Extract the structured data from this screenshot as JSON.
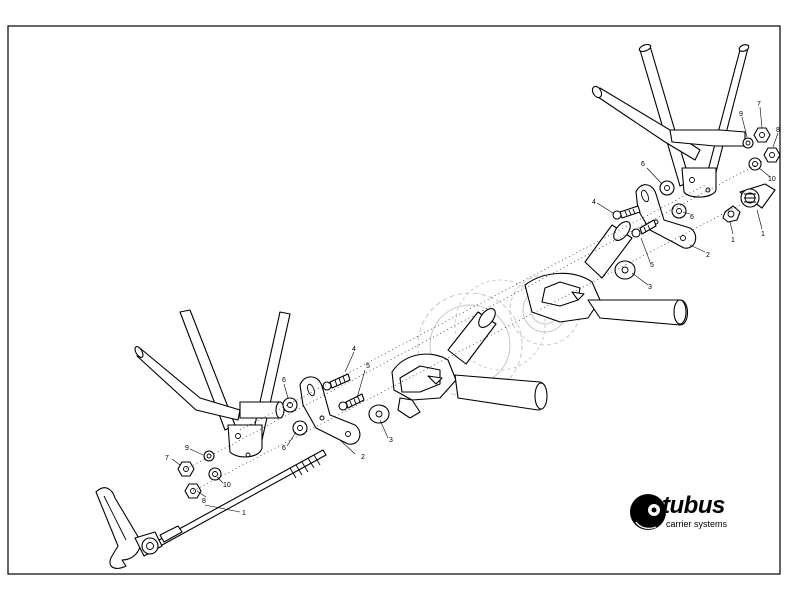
{
  "brand": {
    "name": "tubus",
    "tagline": "carrier systems"
  },
  "callouts": {
    "c1": "1",
    "c2": "2",
    "c3": "3",
    "c4": "4",
    "c5": "5",
    "c6": "6",
    "c7": "7",
    "c8": "8",
    "c9": "9",
    "c10": "10"
  },
  "colors": {
    "line": "#000000",
    "ghost": "#c8c8c8",
    "paper": "#ffffff"
  }
}
